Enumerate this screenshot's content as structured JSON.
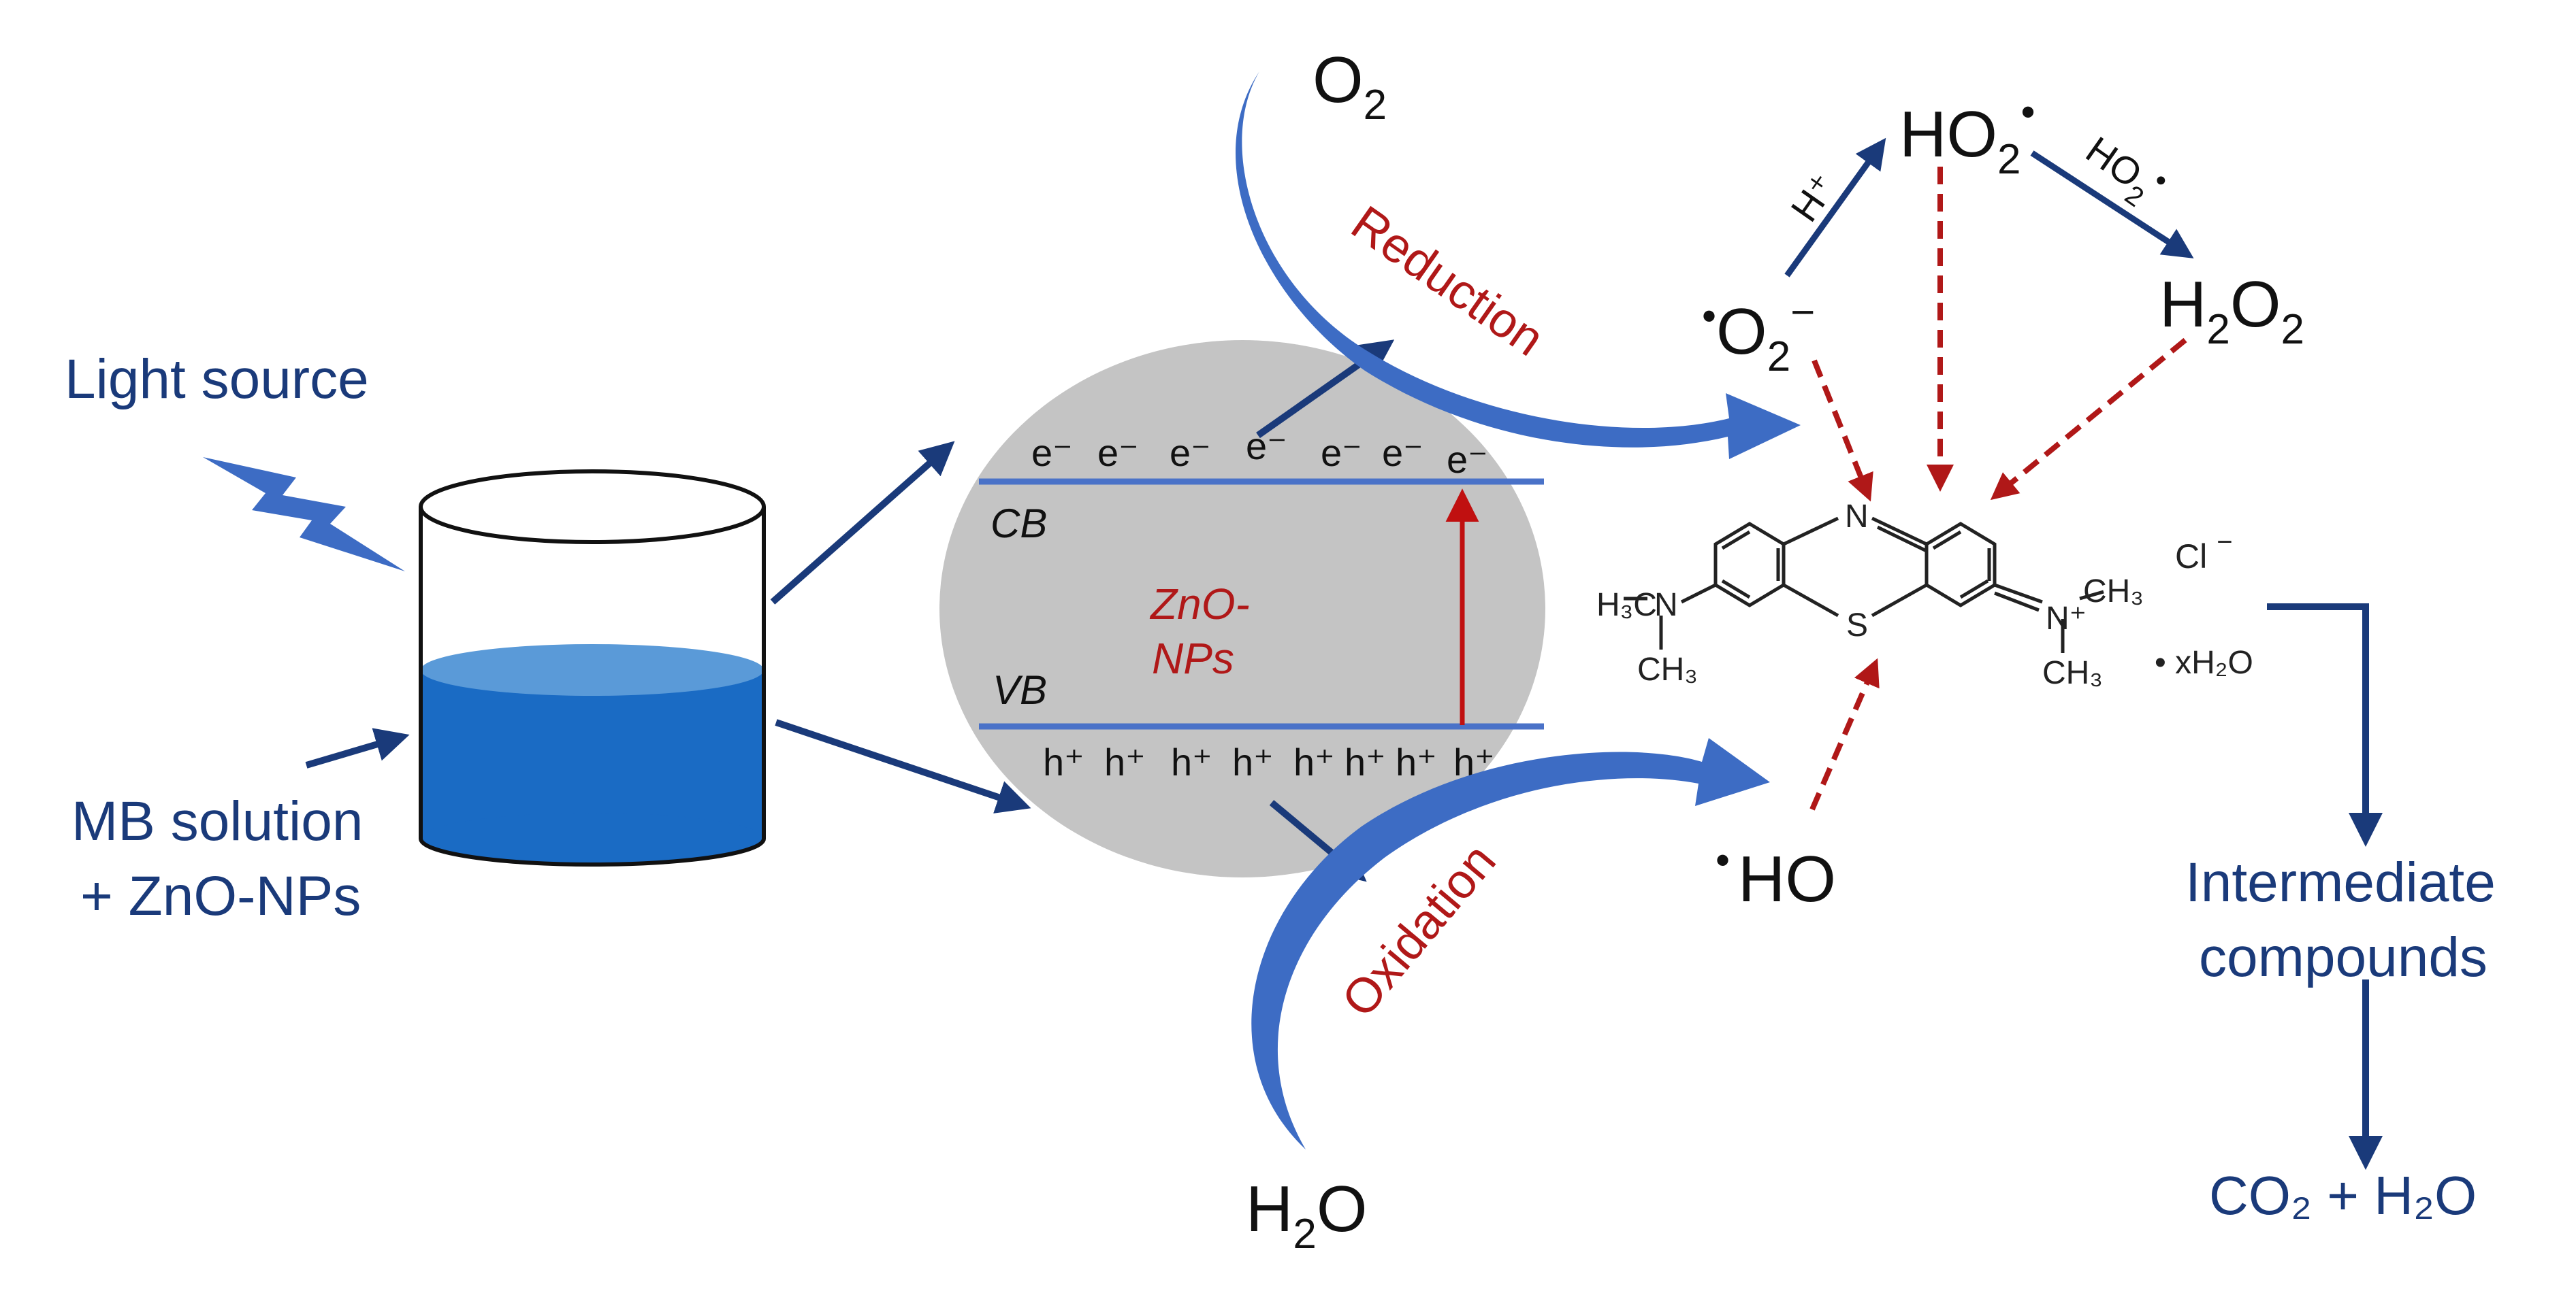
{
  "labels": {
    "light_source": "Light source",
    "mb_solution_line1": "MB solution",
    "mb_solution_line2": "+ ZnO-NPs",
    "cb": "CB",
    "vb": "VB",
    "zno_line1": "ZnO-",
    "zno_line2": "NPs",
    "electron": "e⁻",
    "hole": "h⁺",
    "o2": "O",
    "o2_sub": "2",
    "h2o": "H",
    "h2o_sub": "2",
    "h2o_o": "O",
    "reduction": "Reduction",
    "oxidation": "Oxidation",
    "superoxide_dot": "•",
    "superoxide": "O",
    "superoxide_sub": "2",
    "superoxide_sup": "−",
    "ho2": "HO",
    "ho2_sub": "2",
    "ho2_dot": "•",
    "hplus": "H⁺",
    "ho2_arrow_label": "HO",
    "ho2_arrow_sub": "2",
    "ho2_arrow_dot": "•",
    "h2o2_h": "H",
    "h2o2_sub1": "2",
    "h2o2_o": "O",
    "h2o2_sub2": "2",
    "hydroxyl_dot": "•",
    "hydroxyl": "HO",
    "intermediate_line1": "Intermediate",
    "intermediate_line2": "compounds",
    "co2_line": "CO₂ + H₂O"
  },
  "molecule": {
    "ring_n": "N",
    "ring_s": "S",
    "left_group_h3c": "H₃C",
    "left_n": "N",
    "left_ch3": "CH₃",
    "right_ch3_top": "CH₃",
    "right_nplus": "N⁺",
    "right_ch3_bottom": "CH₃",
    "chloride": "Cl",
    "chloride_charge": "−",
    "hydrate": "• xH₂O"
  },
  "colors": {
    "navy": "#1a3a7a",
    "blue_arrow": "#3d6cc4",
    "red": "#b01818",
    "band_line": "#4a72c8",
    "particle_gray": "#c4c4c4",
    "water_dark": "#1a6bc4",
    "water_light": "#5a9ad8"
  }
}
